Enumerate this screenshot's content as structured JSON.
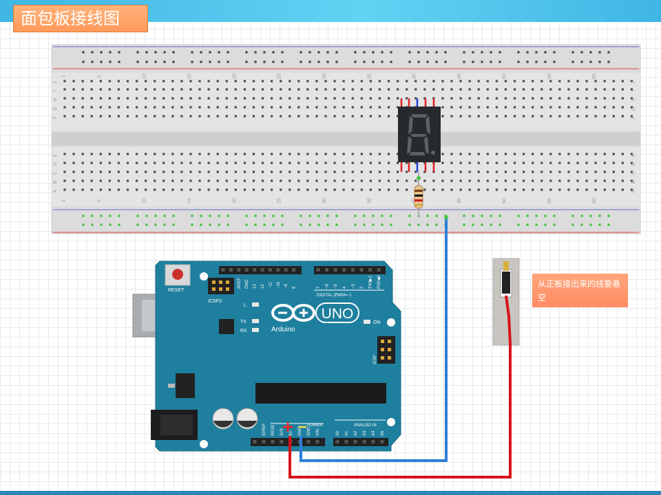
{
  "title": "面包板接线图",
  "note_text": "从正板接出来的线要悬空",
  "breadboard": {
    "column_numbers": [
      "1",
      "5",
      "10",
      "15",
      "20",
      "25",
      "30",
      "35",
      "40",
      "45",
      "50",
      "55",
      "60"
    ],
    "row_letters_top": [
      "J",
      "I",
      "H",
      "G",
      "F"
    ],
    "row_letters_bottom": [
      "E",
      "D",
      "C",
      "B",
      "A"
    ]
  },
  "arduino": {
    "logo_text": "UNO",
    "brand_text": "Arduino",
    "reset_label": "RESET",
    "icsp2_label": "ICSP2",
    "icsp_label": "ICSP",
    "led_l": "L",
    "led_tx": "TX",
    "led_rx": "RX",
    "on_label": "ON",
    "digital_label": "DIGITAL (PWM=~)",
    "power_label": "POWER",
    "analog_label": "ANALOG IN",
    "digital_pins": [
      "AREF",
      "GND",
      "13",
      "12",
      "~11",
      "~10",
      "~9",
      "8",
      "7",
      "~6",
      "~5",
      "4",
      "~3",
      "2",
      "TX0▶1",
      "RX0◀0"
    ],
    "power_pins": [
      "IOREF",
      "RESET",
      "3V3",
      "5V",
      "GND",
      "GND",
      "VIN"
    ],
    "analog_pins": [
      "A0",
      "A1",
      "A2",
      "A3",
      "A4",
      "A5"
    ]
  },
  "colors": {
    "board": "#1f7f9e",
    "wire_red": "#d8121a",
    "wire_blue": "#2e7fd8",
    "title_box": "#ff9a5a",
    "header_bar": "#55c8ef"
  }
}
